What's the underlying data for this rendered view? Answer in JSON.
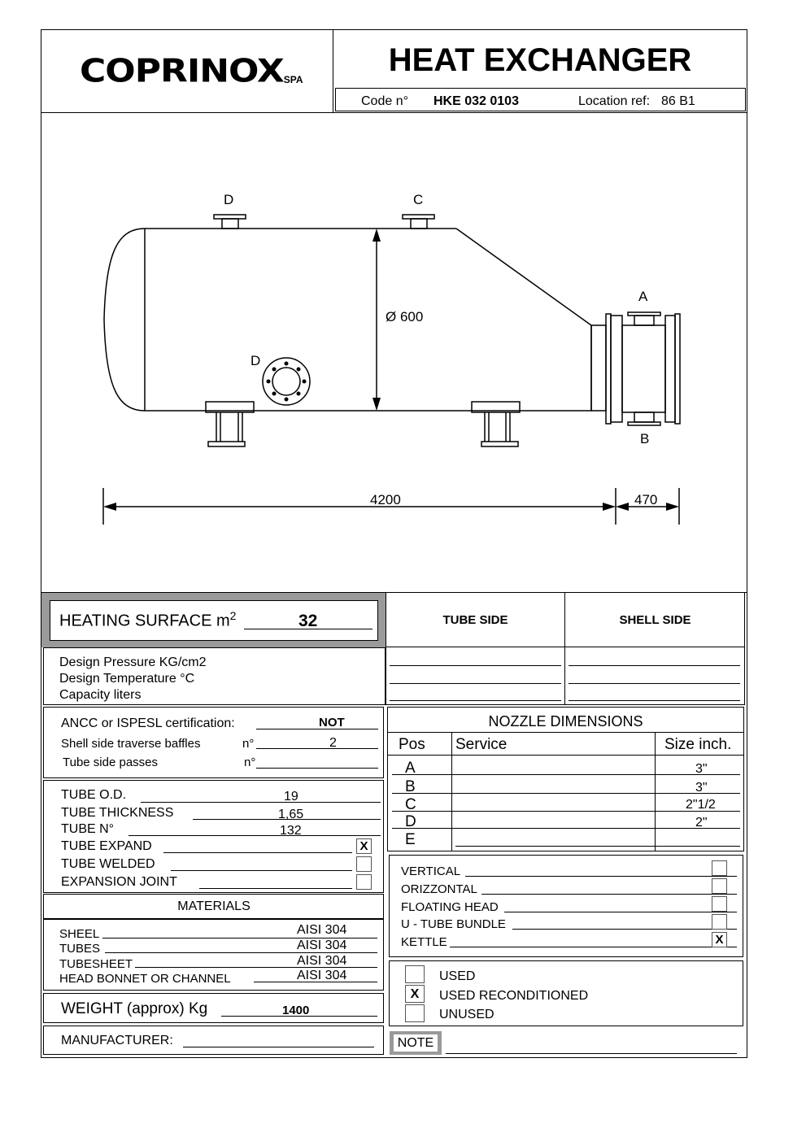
{
  "header": {
    "logo_text": "COPRINOX",
    "logo_suffix": "SPA",
    "title": "HEAT EXCHANGER",
    "code_label": "Code  n°",
    "code_value": "HKE 032 0103",
    "location_label": "Location ref:",
    "location_value": "86 B1"
  },
  "drawing": {
    "nozzle_d_top": "D",
    "nozzle_c_top": "C",
    "nozzle_a": "A",
    "nozzle_b": "B",
    "nozzle_d_side": "D",
    "diameter": "Ø 600",
    "length_main": "4200",
    "length_channel": "470"
  },
  "heating": {
    "label": "HEATING SURFACE m",
    "sup": "2",
    "value": "32"
  },
  "sides": {
    "tube_side": "TUBE SIDE",
    "shell_side": "SHELL SIDE"
  },
  "design": {
    "pressure": "Design  Pressure  KG/cm2",
    "temperature": "Design  Temperature   °C",
    "capacity": "Capacity liters"
  },
  "certification": {
    "ancc_label": "ANCC  or  ISPESL certification:",
    "ancc_value": "NOT",
    "baffles_label": "Shell side traverse baffles",
    "baffles_n": "n°",
    "baffles_value": "2",
    "passes_label": "Tube side passes",
    "passes_n": "n°",
    "passes_value": ""
  },
  "tubes": {
    "od_label": "TUBE  O.D.",
    "od_value": "19",
    "thickness_label": "TUBE  THICKNESS",
    "thickness_value": "1,65",
    "n_label": "TUBE  N°",
    "n_value": "132",
    "expand_label": "TUBE  EXPAND",
    "expand_mark": "X",
    "welded_label": "TUBE  WELDED",
    "welded_mark": "",
    "joint_label": "EXPANSION  JOINT",
    "joint_mark": ""
  },
  "materials": {
    "title": "MATERIALS",
    "items": [
      {
        "label": "SHEEL",
        "value": "AISI 304"
      },
      {
        "label": "TUBES",
        "value": "AISI 304"
      },
      {
        "label": "TUBESHEET",
        "value": "AISI 304"
      },
      {
        "label": "HEAD  BONNET  OR  CHANNEL",
        "value": "AISI 304"
      }
    ]
  },
  "weight": {
    "label": "WEIGHT (approx) Kg",
    "value": "1400"
  },
  "manufacturer": {
    "label": "MANUFACTURER:"
  },
  "nozzles": {
    "title": "NOZZLE  DIMENSIONS",
    "col_pos": "Pos",
    "col_service": "Service",
    "col_size": "Size inch.",
    "rows": [
      {
        "pos": "A",
        "service": "",
        "size": "3\""
      },
      {
        "pos": "B",
        "service": "",
        "size": "3\""
      },
      {
        "pos": "C",
        "service": "",
        "size": "2\"1/2"
      },
      {
        "pos": "D",
        "service": "",
        "size": "2\""
      },
      {
        "pos": "E",
        "service": "",
        "size": ""
      }
    ]
  },
  "type": {
    "items": [
      {
        "label": "VERTICAL",
        "mark": ""
      },
      {
        "label": "ORIZZONTAL",
        "mark": ""
      },
      {
        "label": "FLOATING  HEAD",
        "mark": ""
      },
      {
        "label": "U - TUBE  BUNDLE",
        "mark": ""
      },
      {
        "label": "KETTLE",
        "mark": "X"
      }
    ]
  },
  "condition": {
    "items": [
      {
        "label": "USED",
        "mark": ""
      },
      {
        "label": "USED RECONDITIONED",
        "mark": "X"
      },
      {
        "label": "UNUSED",
        "mark": ""
      }
    ]
  },
  "note": {
    "label": "NOTE"
  }
}
